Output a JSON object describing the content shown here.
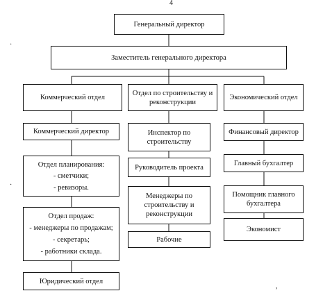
{
  "page_marks": {
    "page_number": "4"
  },
  "nodes": {
    "general_director": "Генеральный директор",
    "deputy_director": "Заместитель генерального директора",
    "commercial_dept": "Коммерческий отдел",
    "construction_dept": "Отдел по строительству и реконструкции",
    "economic_dept": "Экономический отдел",
    "commercial_director": "Коммерческий директор",
    "planning_dept": {
      "title": "Отдел планирования:",
      "items": [
        "- сметчики;",
        "- ревизоры."
      ]
    },
    "sales_dept": {
      "title": "Отдел продаж:",
      "items": [
        "- менеджеры по продажам;",
        "- секретарь;",
        "- работники склада."
      ]
    },
    "legal_dept": "Юридический отдел",
    "construction_inspector": "Инспектор по строительству",
    "project_manager": "Руководитель проекта",
    "construction_managers": "Менеджеры по строительству и реконструкции",
    "workers": "Рабочие",
    "financial_director": "Финансовый директор",
    "chief_accountant": "Главный бухгалтер",
    "assistant_chief_accountant": "Помощник главного бухгалтера",
    "economist": "Экономист"
  }
}
